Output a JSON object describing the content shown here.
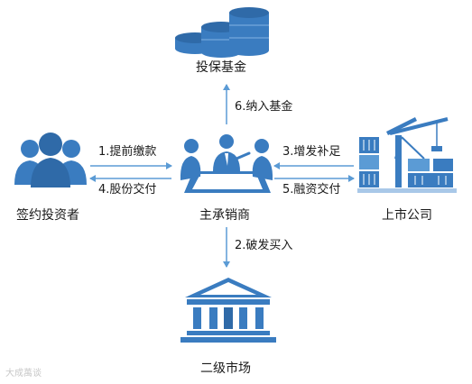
{
  "nodes": {
    "guarantee_fund": "投保基金",
    "contract_investors": "签约投资者",
    "lead_underwriter": "主承销商",
    "listed_company": "上市公司",
    "secondary_market": "二级市场"
  },
  "flows": {
    "pay_fund": "6.纳入基金",
    "payment": "1.提前缴款",
    "share_delivery": "4.股份交付",
    "additional_issue": "3.增发补足",
    "financing_delivery": "5.融资交付",
    "break_issue_buy": "2.破发买入"
  },
  "watermark": "大成萬谈",
  "colors": {
    "primary": "#3a7cc0",
    "arrow": "#5b9bd5",
    "light": "#a9c8e8"
  }
}
